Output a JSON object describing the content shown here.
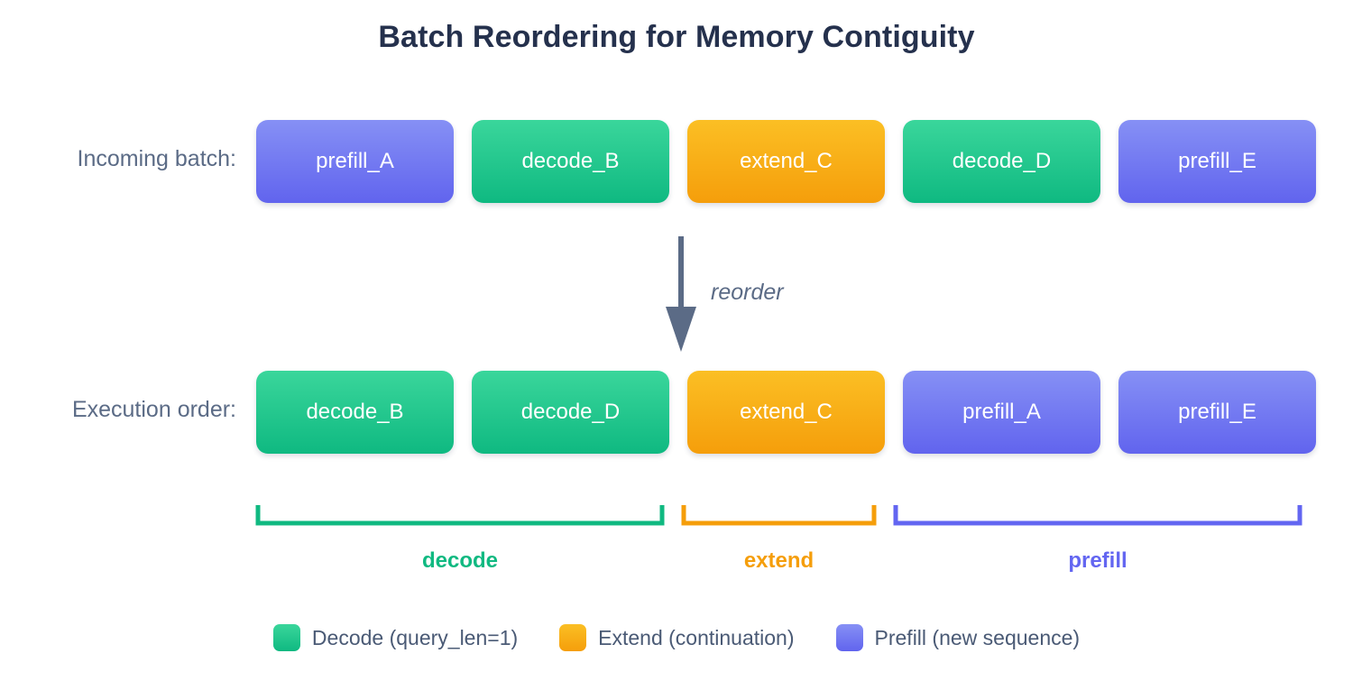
{
  "title": "Batch Reordering for Memory Contiguity",
  "colors": {
    "decode": "#10b981",
    "extend": "#f59e0b",
    "prefill": "#6366f1",
    "title_text": "#25314d",
    "label_text": "#5b6b86",
    "arrow": "#5b6b86",
    "background": "#ffffff"
  },
  "rows": {
    "incoming": {
      "label": "Incoming batch:",
      "boxes": [
        {
          "text": "prefill_A",
          "kind": "prefill"
        },
        {
          "text": "decode_B",
          "kind": "decode"
        },
        {
          "text": "extend_C",
          "kind": "extend"
        },
        {
          "text": "decode_D",
          "kind": "decode"
        },
        {
          "text": "prefill_E",
          "kind": "prefill"
        }
      ]
    },
    "execution": {
      "label": "Execution order:",
      "boxes": [
        {
          "text": "decode_B",
          "kind": "decode"
        },
        {
          "text": "decode_D",
          "kind": "decode"
        },
        {
          "text": "extend_C",
          "kind": "extend"
        },
        {
          "text": "prefill_A",
          "kind": "prefill"
        },
        {
          "text": "prefill_E",
          "kind": "prefill"
        }
      ]
    }
  },
  "arrow": {
    "label": "reorder",
    "direction": "down"
  },
  "groups": [
    {
      "label": "decode",
      "kind": "decode",
      "spans": "decode_B, decode_D"
    },
    {
      "label": "extend",
      "kind": "extend",
      "spans": "extend_C"
    },
    {
      "label": "prefill",
      "kind": "prefill",
      "spans": "prefill_A, prefill_E"
    }
  ],
  "legend": [
    {
      "label": "Decode (query_len=1)",
      "kind": "decode"
    },
    {
      "label": "Extend (continuation)",
      "kind": "extend"
    },
    {
      "label": "Prefill (new sequence)",
      "kind": "prefill"
    }
  ]
}
